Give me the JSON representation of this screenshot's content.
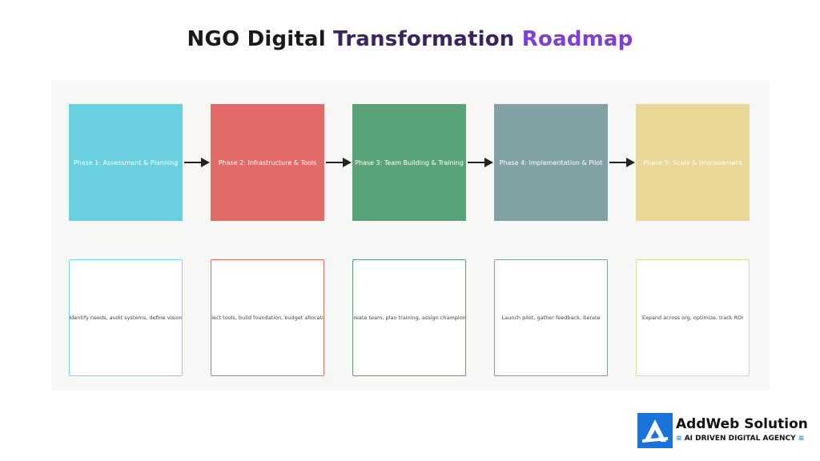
{
  "title": {
    "part1": "NGO Digital",
    "part2": "Transformation",
    "part3": "Roadmap"
  },
  "phases": [
    {
      "label": "Phase 1: Assessment & Planning",
      "color": "#6ad0e0",
      "description": "Identify needs, audit systems, define vision",
      "border": "#7fd8e6"
    },
    {
      "label": "Phase 2: Infrastructure & Tools",
      "color": "#e36b67",
      "description": "Select tools, build foundation, budget allocation",
      "border": "#e36b67"
    },
    {
      "label": "Phase 3: Team Building & Training",
      "color": "#58a478",
      "description": "Create team, plan training, assign champions",
      "border": "#58a478"
    },
    {
      "label": "Phase 4: Implementation & Pilot",
      "color": "#82a1a5",
      "description": "Launch pilot, gather feedback, iterate",
      "border": "#82a1a5"
    },
    {
      "label": "Phase 5: Scale & Improvement",
      "color": "#e8d795",
      "description": "Expand across org, optimize, track ROI",
      "border": "#e8d795"
    }
  ],
  "brand": {
    "name": "AddWeb Solution",
    "tagline": "AI DRIVEN DIGITAL AGENCY",
    "logo_color": "#1a73d9",
    "logo_icon": "addweb-logo-icon"
  }
}
